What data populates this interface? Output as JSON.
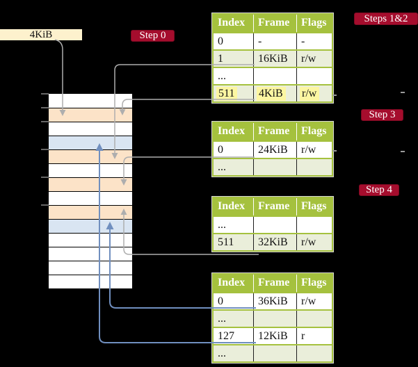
{
  "colors": {
    "background": "#000000",
    "badge_red": "#a50d2d",
    "table_header_green": "#a5c13e",
    "table_shade_green": "#eaeeda",
    "highlight_yellow": "#fcf6a2",
    "frame_label_cream": "#fdf1cd",
    "memory_pagetable_orange": "#fce3c8",
    "memory_datapage_blue": "#d9e5f2",
    "gray_connector": "#aeaeae",
    "blue_connector": "#708fbf"
  },
  "frame_size_label": "4KiB",
  "badges": [
    {
      "id": "step0",
      "label": "Step 0"
    },
    {
      "id": "steps12",
      "label": "Steps 1&2"
    },
    {
      "id": "step3",
      "label": "Step 3"
    },
    {
      "id": "step4",
      "label": "Step 4"
    }
  ],
  "memory_column": {
    "rows": [
      "white",
      "orange",
      "white",
      "blue",
      "orange",
      "white",
      "orange",
      "white",
      "orange",
      "blue",
      "white",
      "white",
      "white",
      "white"
    ]
  },
  "page_tables": [
    {
      "id": "page-table-1",
      "headers": [
        "Index",
        "Frame",
        "Flags"
      ],
      "rows": [
        {
          "cells": [
            "0",
            "-",
            "-"
          ],
          "shaded": false,
          "highlighted": false
        },
        {
          "cells": [
            "1",
            "16KiB",
            "r/w"
          ],
          "shaded": true,
          "highlighted": false
        },
        {
          "cells": [
            "...",
            "",
            ""
          ],
          "shaded": false,
          "highlighted": false
        },
        {
          "cells": [
            "511",
            "4KiB",
            "r/w"
          ],
          "shaded": true,
          "highlighted": true
        }
      ]
    },
    {
      "id": "page-table-2",
      "headers": [
        "Index",
        "Frame",
        "Flags"
      ],
      "rows": [
        {
          "cells": [
            "0",
            "24KiB",
            "r/w"
          ],
          "shaded": false,
          "highlighted": false
        },
        {
          "cells": [
            "...",
            "",
            ""
          ],
          "shaded": true,
          "highlighted": false
        }
      ]
    },
    {
      "id": "page-table-3",
      "headers": [
        "Index",
        "Frame",
        "Flags"
      ],
      "rows": [
        {
          "cells": [
            "...",
            "",
            ""
          ],
          "shaded": false,
          "highlighted": false
        },
        {
          "cells": [
            "511",
            "32KiB",
            "r/w"
          ],
          "shaded": true,
          "highlighted": false
        }
      ]
    },
    {
      "id": "page-table-4",
      "headers": [
        "Index",
        "Frame",
        "Flags"
      ],
      "rows": [
        {
          "cells": [
            "0",
            "36KiB",
            "r/w"
          ],
          "shaded": false,
          "highlighted": false
        },
        {
          "cells": [
            "...",
            "",
            ""
          ],
          "shaded": true,
          "highlighted": false
        },
        {
          "cells": [
            "127",
            "12KiB",
            "r"
          ],
          "shaded": false,
          "highlighted": false
        },
        {
          "cells": [
            "...",
            "",
            ""
          ],
          "shaded": true,
          "highlighted": false
        }
      ]
    }
  ]
}
